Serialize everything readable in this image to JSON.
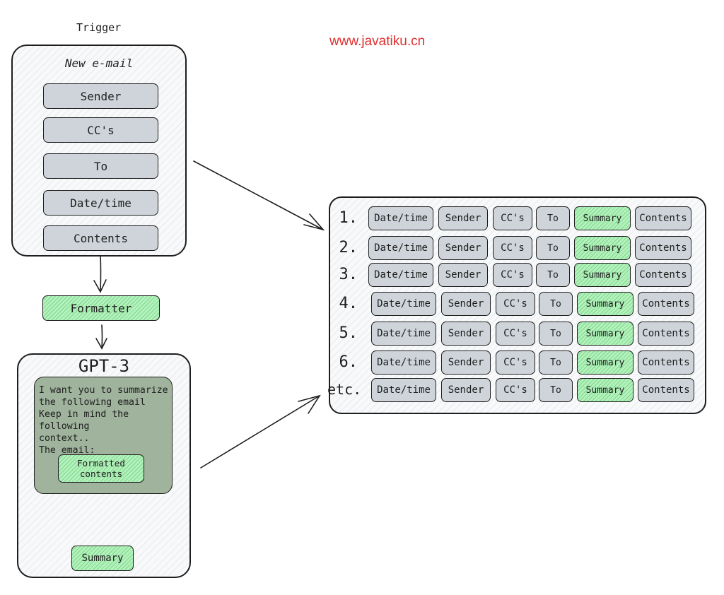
{
  "watermark": "www.javatiku.cn",
  "trigger": {
    "heading": "Trigger",
    "box_title": "New e-mail",
    "fields": [
      "Sender",
      "CC's",
      "To",
      "Date/time",
      "Contents"
    ]
  },
  "formatter": {
    "label": "Formatter"
  },
  "gpt": {
    "title": "GPT-3",
    "prompt_lines": [
      "I want you to summarize",
      "the following email",
      "Keep in mind the following",
      "context..",
      "The email:"
    ],
    "formatted_line1": "Formatted",
    "formatted_line2": "contents",
    "summary_label": "Summary"
  },
  "table": {
    "row_labels": [
      "1.",
      "2.",
      "3.",
      "4.",
      "5.",
      "6.",
      "etc."
    ],
    "columns": [
      "Date/time",
      "Sender",
      "CC's",
      "To",
      "Summary",
      "Contents"
    ]
  },
  "colors": {
    "stroke": "#1e1e1e",
    "field_gray": "#ced4da",
    "green": "#b2f2bb",
    "prompt_bg": "#9fb39d",
    "watermark": "#e03131"
  }
}
